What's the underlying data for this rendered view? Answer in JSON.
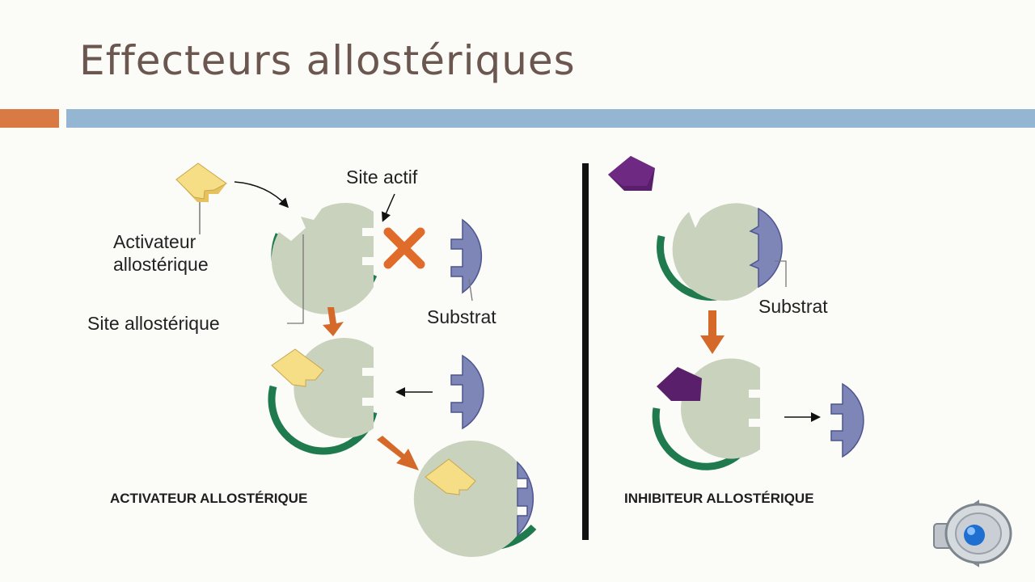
{
  "slide": {
    "title": "Effecteurs allostériques"
  },
  "diagram": {
    "labels": {
      "site_actif": "Site actif",
      "activateur_line1": "Activateur",
      "activateur_line2": "allostérique",
      "site_allosterique": "Site allostérique",
      "substrat_left": "Substrat",
      "substrat_right": "Substrat"
    },
    "captions": {
      "activateur": "ACTIVATEUR ALLOSTÉRIQUE",
      "inhibiteur": "INHIBITEUR ALLOSTÉRIQUE"
    }
  },
  "colors": {
    "enzyme_fill": "#c9d2bd",
    "enzyme_rim": "#1f7a4e",
    "substrate": "#7e86b8",
    "activator": "#f3d77b",
    "inhibitor": "#5a1f6b",
    "arrow": "#d4692a",
    "block_x": "#e06c2c",
    "title_text": "#6b5750",
    "accent_bar": "#d97a45",
    "main_bar": "#94b6d2"
  },
  "icons": {
    "speaker": "speaker-icon"
  }
}
